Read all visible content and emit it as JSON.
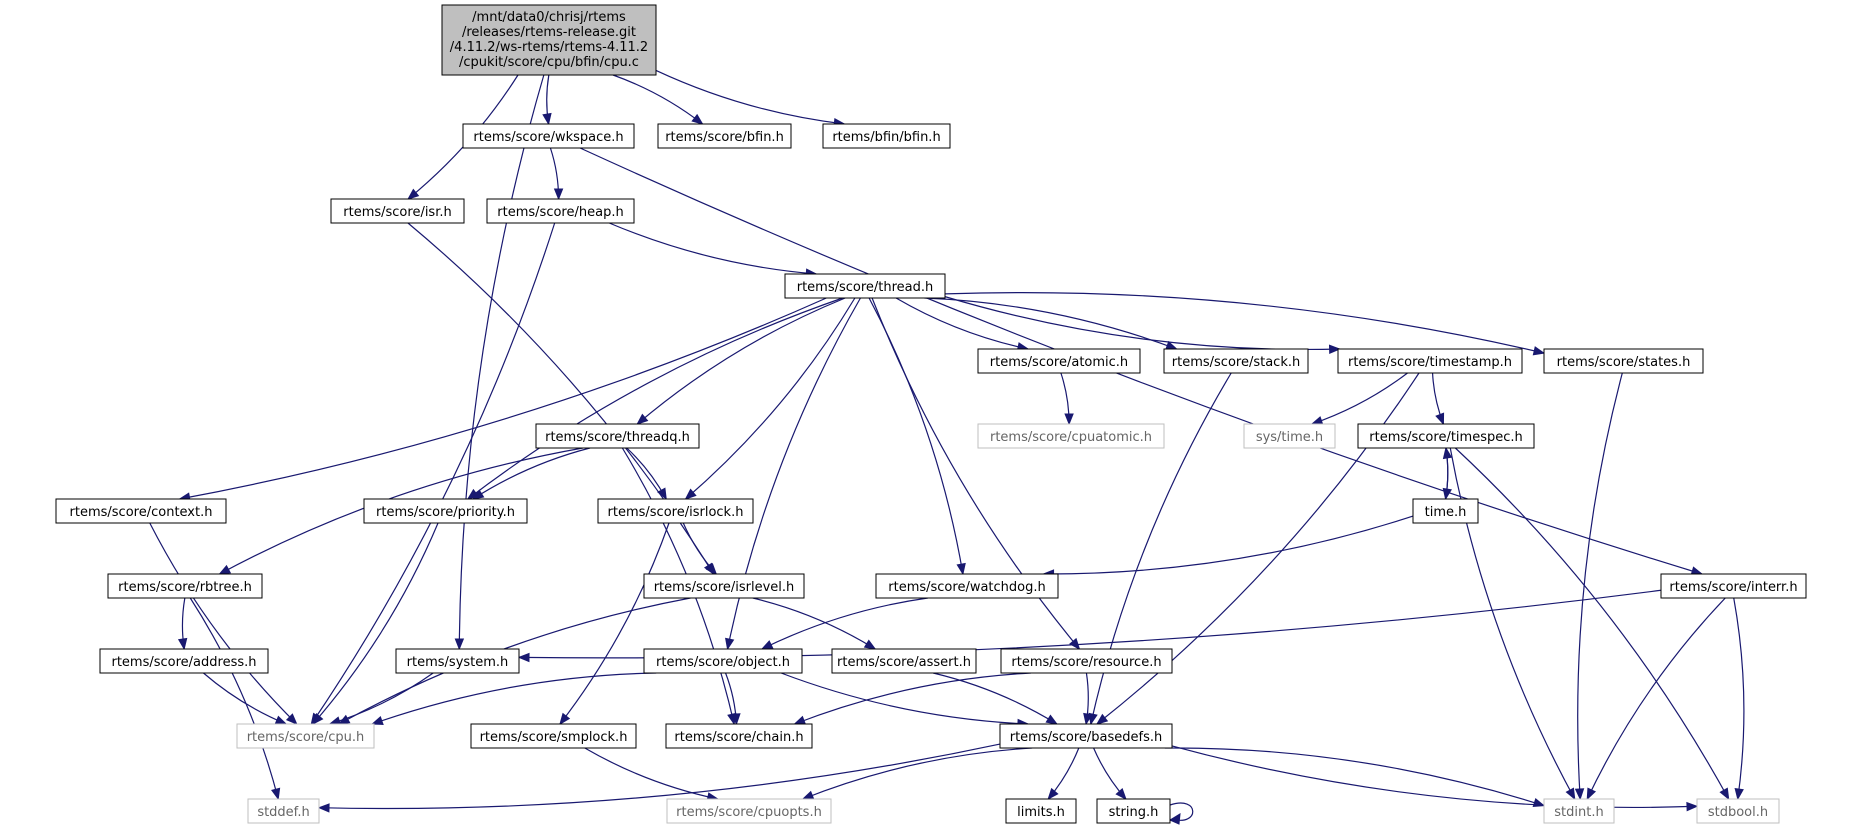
{
  "diagram": {
    "root_file": [
      "/mnt/data0/chrisj/rtems",
      "/releases/rtems-release.git",
      "/4.11.2/ws-rtems/rtems-4.11.2",
      "/cpukit/score/cpu/bfin/cpu.c"
    ],
    "nodes": [
      {
        "id": "root",
        "label": "",
        "kind": "root"
      },
      {
        "id": "wkspace",
        "label": "rtems/score/wkspace.h",
        "kind": "normal"
      },
      {
        "id": "bfin_score",
        "label": "rtems/score/bfin.h",
        "kind": "normal"
      },
      {
        "id": "bfin_bfin",
        "label": "rtems/bfin/bfin.h",
        "kind": "normal"
      },
      {
        "id": "isr",
        "label": "rtems/score/isr.h",
        "kind": "normal"
      },
      {
        "id": "heap",
        "label": "rtems/score/heap.h",
        "kind": "normal"
      },
      {
        "id": "thread",
        "label": "rtems/score/thread.h",
        "kind": "normal"
      },
      {
        "id": "atomic",
        "label": "rtems/score/atomic.h",
        "kind": "normal"
      },
      {
        "id": "stack",
        "label": "rtems/score/stack.h",
        "kind": "normal"
      },
      {
        "id": "timestamp",
        "label": "rtems/score/timestamp.h",
        "kind": "normal"
      },
      {
        "id": "states",
        "label": "rtems/score/states.h",
        "kind": "normal"
      },
      {
        "id": "cpuatomic",
        "label": "rtems/score/cpuatomic.h",
        "kind": "missing"
      },
      {
        "id": "systime",
        "label": "sys/time.h",
        "kind": "missing"
      },
      {
        "id": "timespec",
        "label": "rtems/score/timespec.h",
        "kind": "normal"
      },
      {
        "id": "threadq",
        "label": "rtems/score/threadq.h",
        "kind": "normal"
      },
      {
        "id": "context",
        "label": "rtems/score/context.h",
        "kind": "normal"
      },
      {
        "id": "priority",
        "label": "rtems/score/priority.h",
        "kind": "normal"
      },
      {
        "id": "isrlock",
        "label": "rtems/score/isrlock.h",
        "kind": "normal"
      },
      {
        "id": "time",
        "label": "time.h",
        "kind": "normal"
      },
      {
        "id": "rbtree",
        "label": "rtems/score/rbtree.h",
        "kind": "normal"
      },
      {
        "id": "isrlevel",
        "label": "rtems/score/isrlevel.h",
        "kind": "normal"
      },
      {
        "id": "watchdog",
        "label": "rtems/score/watchdog.h",
        "kind": "normal"
      },
      {
        "id": "interr",
        "label": "rtems/score/interr.h",
        "kind": "normal"
      },
      {
        "id": "address",
        "label": "rtems/score/address.h",
        "kind": "normal"
      },
      {
        "id": "system",
        "label": "rtems/system.h",
        "kind": "normal"
      },
      {
        "id": "object",
        "label": "rtems/score/object.h",
        "kind": "normal"
      },
      {
        "id": "assert",
        "label": "rtems/score/assert.h",
        "kind": "normal"
      },
      {
        "id": "resource",
        "label": "rtems/score/resource.h",
        "kind": "normal"
      },
      {
        "id": "cpu",
        "label": "rtems/score/cpu.h",
        "kind": "missing"
      },
      {
        "id": "smplock",
        "label": "rtems/score/smplock.h",
        "kind": "normal"
      },
      {
        "id": "chain",
        "label": "rtems/score/chain.h",
        "kind": "normal"
      },
      {
        "id": "basedefs",
        "label": "rtems/score/basedefs.h",
        "kind": "normal"
      },
      {
        "id": "stddef",
        "label": "stddef.h",
        "kind": "missing"
      },
      {
        "id": "cpuopts",
        "label": "rtems/score/cpuopts.h",
        "kind": "missing"
      },
      {
        "id": "limits",
        "label": "limits.h",
        "kind": "normal"
      },
      {
        "id": "string",
        "label": "string.h",
        "kind": "normal"
      },
      {
        "id": "stdint",
        "label": "stdint.h",
        "kind": "missing"
      },
      {
        "id": "stdbool",
        "label": "stdbool.h",
        "kind": "missing"
      }
    ],
    "edges": [
      [
        "root",
        "wkspace"
      ],
      [
        "root",
        "bfin_score"
      ],
      [
        "root",
        "bfin_bfin"
      ],
      [
        "root",
        "isr"
      ],
      [
        "root",
        "system"
      ],
      [
        "wkspace",
        "heap"
      ],
      [
        "wkspace",
        "interr"
      ],
      [
        "isr",
        "isrlevel"
      ],
      [
        "heap",
        "thread"
      ],
      [
        "heap",
        "cpu"
      ],
      [
        "thread",
        "atomic"
      ],
      [
        "thread",
        "stack"
      ],
      [
        "thread",
        "timestamp"
      ],
      [
        "thread",
        "states"
      ],
      [
        "thread",
        "threadq"
      ],
      [
        "thread",
        "context"
      ],
      [
        "thread",
        "priority"
      ],
      [
        "thread",
        "isrlock"
      ],
      [
        "thread",
        "object"
      ],
      [
        "thread",
        "watchdog"
      ],
      [
        "thread",
        "resource"
      ],
      [
        "atomic",
        "cpuatomic"
      ],
      [
        "stack",
        "basedefs"
      ],
      [
        "timestamp",
        "systime"
      ],
      [
        "timestamp",
        "timespec"
      ],
      [
        "timestamp",
        "basedefs"
      ],
      [
        "states",
        "stdint"
      ],
      [
        "timespec",
        "time"
      ],
      [
        "timespec",
        "stdint"
      ],
      [
        "timespec",
        "stdbool"
      ],
      [
        "time",
        "timespec"
      ],
      [
        "time",
        "watchdog"
      ],
      [
        "threadq",
        "priority"
      ],
      [
        "threadq",
        "isrlock"
      ],
      [
        "threadq",
        "rbtree"
      ],
      [
        "threadq",
        "chain"
      ],
      [
        "context",
        "cpu"
      ],
      [
        "priority",
        "cpu"
      ],
      [
        "isrlock",
        "isrlevel"
      ],
      [
        "isrlock",
        "smplock"
      ],
      [
        "rbtree",
        "address"
      ],
      [
        "rbtree",
        "stddef"
      ],
      [
        "isrlevel",
        "cpu"
      ],
      [
        "isrlevel",
        "assert"
      ],
      [
        "watchdog",
        "object"
      ],
      [
        "interr",
        "system"
      ],
      [
        "interr",
        "stdint"
      ],
      [
        "interr",
        "stdbool"
      ],
      [
        "address",
        "cpu"
      ],
      [
        "system",
        "cpu"
      ],
      [
        "object",
        "cpu"
      ],
      [
        "object",
        "chain"
      ],
      [
        "object",
        "basedefs"
      ],
      [
        "assert",
        "basedefs"
      ],
      [
        "resource",
        "chain"
      ],
      [
        "resource",
        "basedefs"
      ],
      [
        "smplock",
        "cpuopts"
      ],
      [
        "basedefs",
        "stddef"
      ],
      [
        "basedefs",
        "cpuopts"
      ],
      [
        "basedefs",
        "limits"
      ],
      [
        "basedefs",
        "string"
      ],
      [
        "basedefs",
        "stdint"
      ],
      [
        "basedefs",
        "stdbool"
      ],
      [
        "string",
        "string"
      ]
    ]
  }
}
